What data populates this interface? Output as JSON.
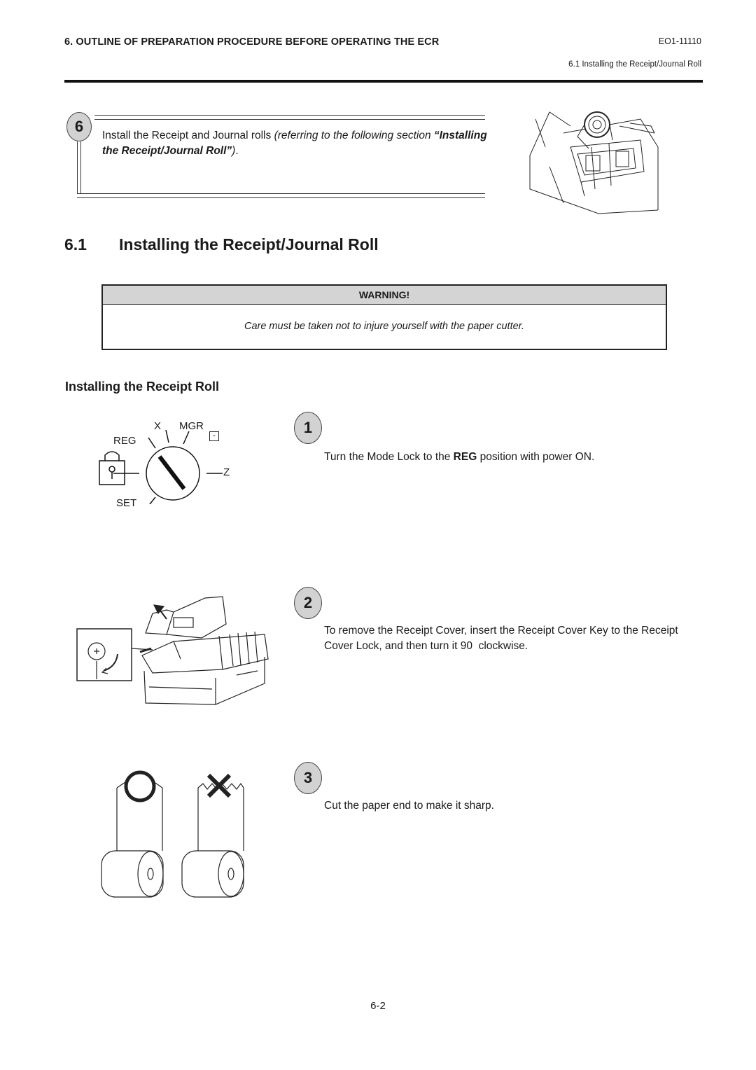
{
  "header": {
    "title": "6.  OUTLINE OF PREPARATION PROCEDURE BEFORE OPERATING THE ECR",
    "doc_number": "EO1-11110",
    "subsection": "6.1  Installing the Receipt/Journal Roll"
  },
  "step6": {
    "number": "6",
    "text_normal": "Install the Receipt and Journal rolls ",
    "text_italic_1": "(referring to the following section ",
    "text_bold_italic": "“Installing the Receipt/Journal Roll”",
    "text_italic_2": ")",
    "text_end": "."
  },
  "section": {
    "number": "6.1",
    "title": "Installing the Receipt/Journal Roll"
  },
  "warning": {
    "heading": "WARNING!",
    "text": "Care must be taken not to injure yourself with the paper cutter."
  },
  "subsection_heading": "Installing the Receipt Roll",
  "mode_lock": {
    "labels": {
      "x": "X",
      "mgr": "MGR",
      "reg": "REG",
      "minus": "-",
      "z": "Z",
      "set": "SET"
    }
  },
  "steps": [
    {
      "number": "1",
      "text_before": "Turn the Mode Lock to the ",
      "text_bold": "REG",
      "text_after": " position with power ON."
    },
    {
      "number": "2",
      "text": "To remove the Receipt Cover, insert the Receipt Cover Key to the Receipt Cover Lock, and then turn it 90  clockwise."
    },
    {
      "number": "3",
      "text": "Cut the paper end to make it sharp."
    }
  ],
  "page_number": "6-2"
}
